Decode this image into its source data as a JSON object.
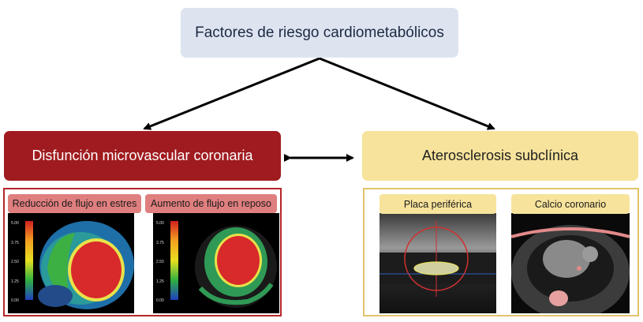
{
  "top_box": {
    "label": "Factores de riesgo cardiometabólicos"
  },
  "left_box": {
    "label": "Disfunción microvascular coronaria"
  },
  "right_box": {
    "label": "Aterosclerosis subclínica"
  },
  "left_panel": {
    "tags": [
      "Reducción de flujo en estres",
      "Aumento de flujo en reposo"
    ],
    "scale_ticks": [
      "5.00",
      "3.75",
      "2.50",
      "1.25",
      "0.00"
    ]
  },
  "right_panel": {
    "tags": [
      "Placa periférica",
      "Calcio coronario"
    ]
  },
  "colors": {
    "top": "#dde4f0",
    "left": "#a01b1f",
    "right": "#f7e39b",
    "tag_red": "#e07f7f",
    "arrow": "#000000"
  }
}
